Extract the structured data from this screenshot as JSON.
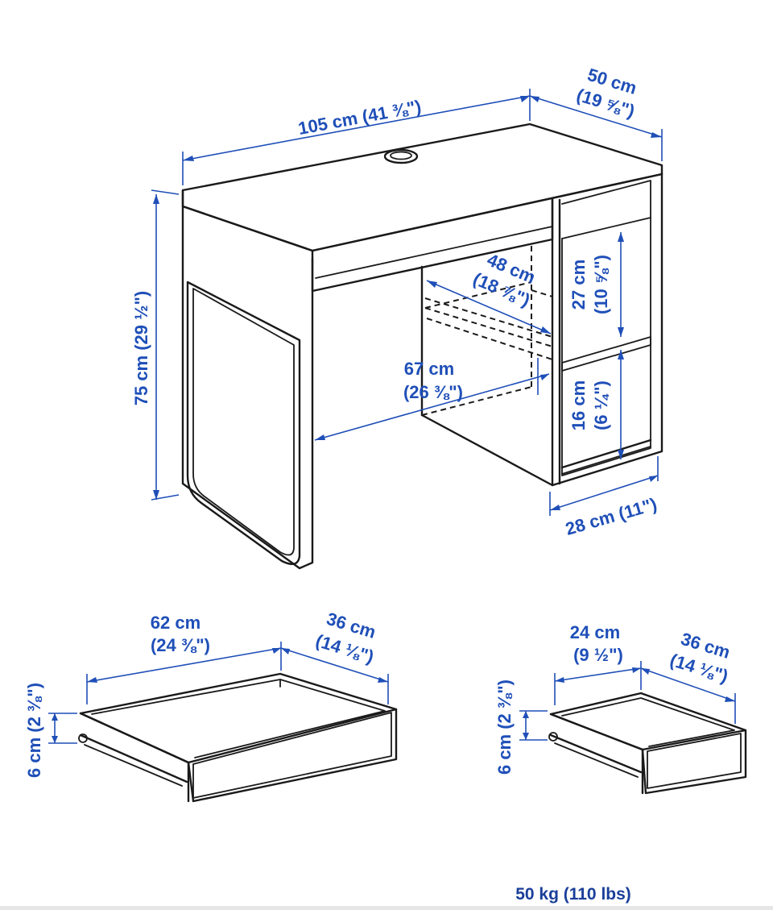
{
  "dimensions": {
    "desk_width": "105 cm (41 ⅜\")",
    "desk_depth_cm": "50 cm",
    "desk_depth_in": "(19 ⅝\")",
    "desk_height": "75 cm (29 ½\")",
    "shelf_depth_cm": "48 cm",
    "shelf_depth_in": "(18 ⅞\")",
    "knee_width_cm": "67 cm",
    "knee_width_in": "(26 ⅜\")",
    "upper_comp_cm": "27 cm",
    "upper_comp_in": "(10 ⅝\")",
    "lower_comp_cm": "16 cm",
    "lower_comp_in": "(6 ¼\")",
    "cabinet_width": "28 cm (11\")"
  },
  "large_drawer": {
    "width_cm": "62 cm",
    "width_in": "(24 ⅜\")",
    "depth_cm": "36 cm",
    "depth_in": "(14 ⅛\")",
    "height": "6 cm (2 ⅜\")"
  },
  "small_drawer": {
    "width_cm": "24 cm",
    "width_in": "(9 ½\")",
    "depth_cm": "36 cm",
    "depth_in": "(14 ⅛\")",
    "height": "6 cm (2 ⅜\")"
  },
  "max_load": "50 kg (110 lbs)"
}
